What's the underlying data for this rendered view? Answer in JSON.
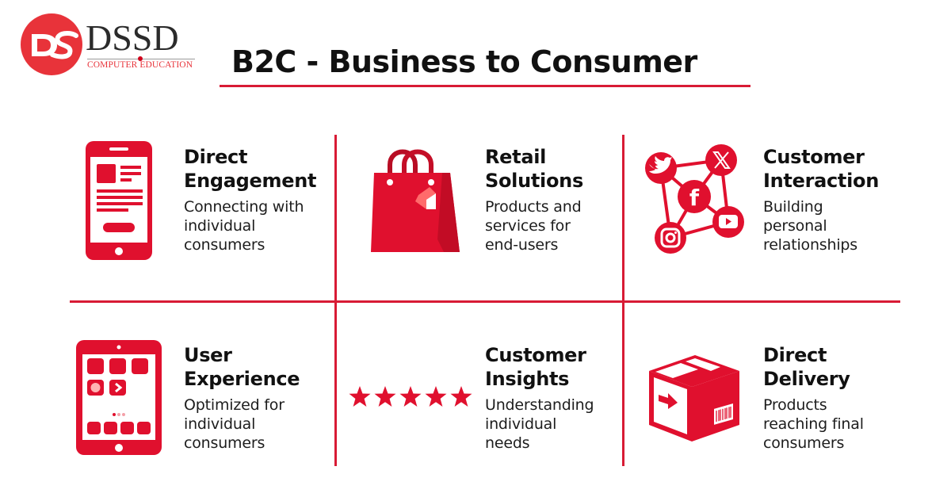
{
  "brand": {
    "logo_mark": "DS",
    "name": "DSSD",
    "tagline": "COMPUTER EDUCATION"
  },
  "header": {
    "title": "B2C - Business to Consumer"
  },
  "colors": {
    "accent": "#d81b35",
    "icon_red": "#e0102e",
    "logo_red": "#e8333a",
    "text": "#111111"
  },
  "cards": [
    {
      "icon": "smartphone-icon",
      "title_line1": "Direct",
      "title_line2": "Engagement",
      "body_line1": "Connecting with",
      "body_line2": "individual",
      "body_line3": "consumers"
    },
    {
      "icon": "shopping-bag-icon",
      "title_line1": "Retail",
      "title_line2": "Solutions",
      "body_line1": "Products and",
      "body_line2": "services for",
      "body_line3": "end-users"
    },
    {
      "icon": "social-network-icon",
      "title_line1": "Customer",
      "title_line2": "Interaction",
      "body_line1": "Building",
      "body_line2": "personal",
      "body_line3": "relationships"
    },
    {
      "icon": "tablet-apps-icon",
      "title_line1": "User",
      "title_line2": "Experience",
      "body_line1": "Optimized for",
      "body_line2": "individual",
      "body_line3": "consumers"
    },
    {
      "icon": "five-star-rating-icon",
      "title_line1": "Customer",
      "title_line2": "Insights",
      "body_line1": "Understanding",
      "body_line2": "individual",
      "body_line3": "needs"
    },
    {
      "icon": "delivery-box-icon",
      "title_line1": "Direct",
      "title_line2": "Delivery",
      "body_line1": "Products",
      "body_line2": "reaching final",
      "body_line3": "consumers"
    }
  ]
}
